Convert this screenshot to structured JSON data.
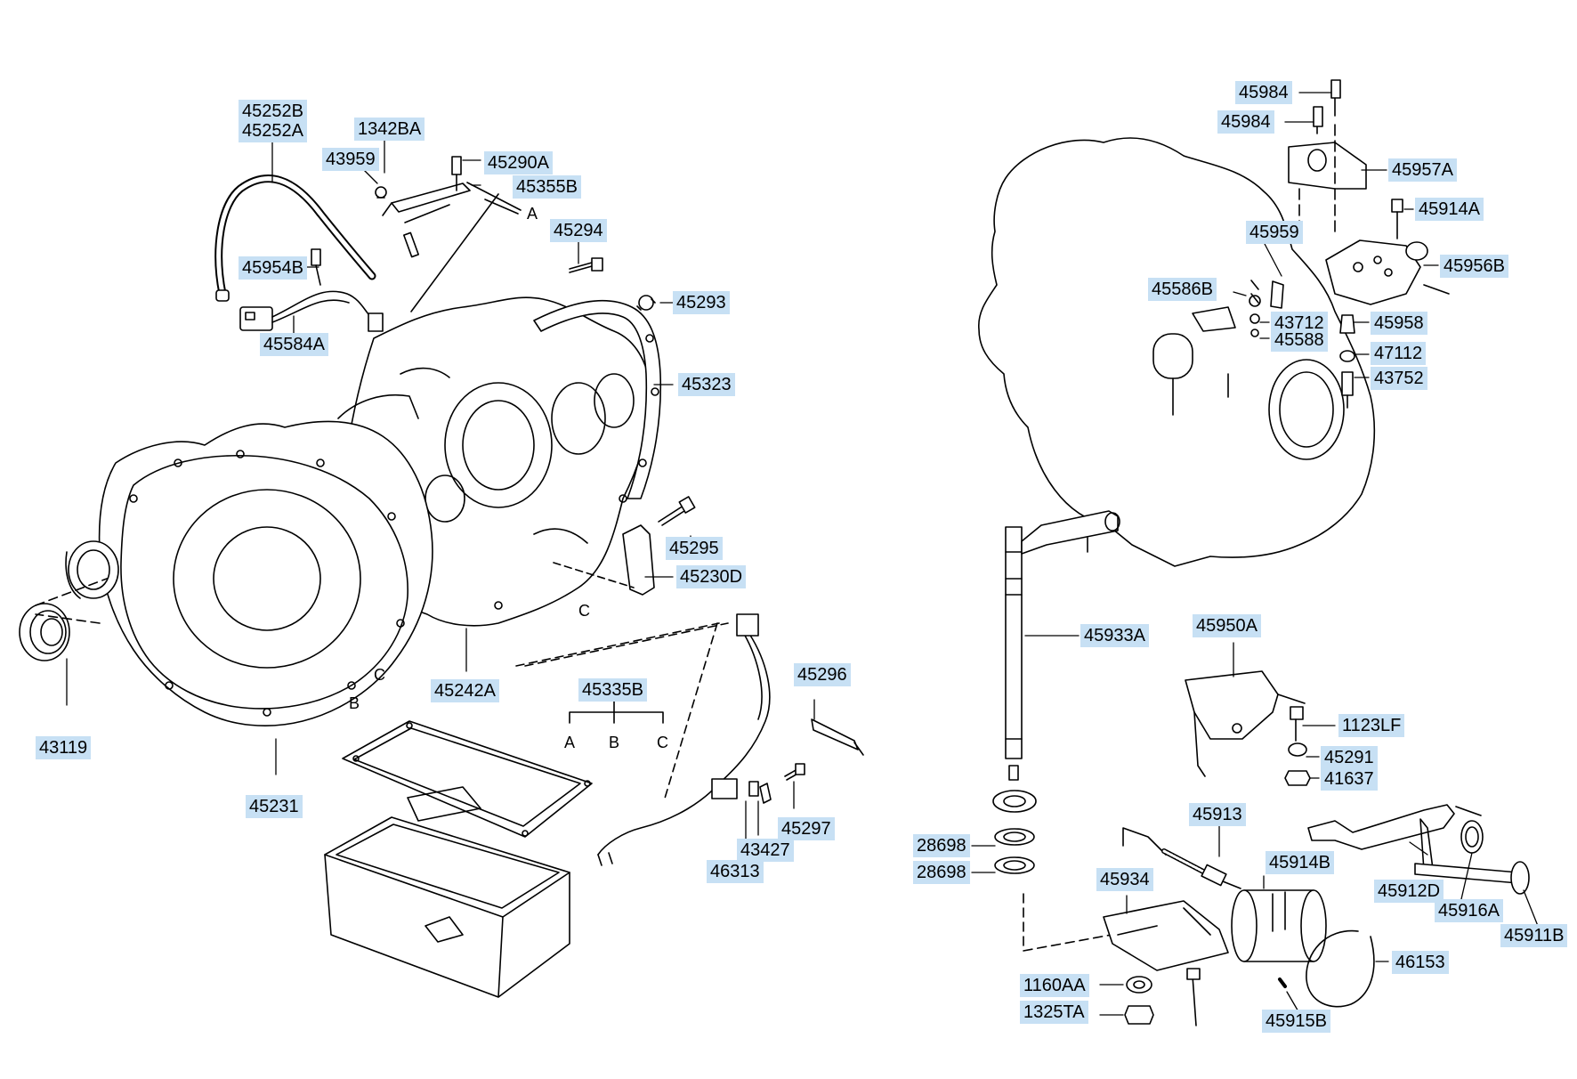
{
  "diagram": {
    "accent_label_bg": "#c7e0f4",
    "line_color": "#000000",
    "labels": {
      "l45252": [
        "45252B",
        "45252A"
      ],
      "l1342BA": "1342BA",
      "l43959": "43959",
      "l45290A": "45290A",
      "l45355B": "45355B",
      "l45294": "45294",
      "l45954B": "45954B",
      "l45293": "45293",
      "l45584A": "45584A",
      "l45323": "45323",
      "l45295": "45295",
      "l45230D": "45230D",
      "l45242A": "45242A",
      "l45335B": "45335B",
      "l45296": "45296",
      "l43119": "43119",
      "l45231": "45231",
      "l45297": "45297",
      "l43427": "43427",
      "l46313": "46313",
      "l45984a": "45984",
      "l45984b": "45984",
      "l45957A": "45957A",
      "l45914A": "45914A",
      "l45959": "45959",
      "l45956B": "45956B",
      "l45586B": "45586B",
      "l43712": "43712",
      "l45958": "45958",
      "l45588": "45588",
      "l47112": "47112",
      "l43752": "43752",
      "l45933A": "45933A",
      "l45950A": "45950A",
      "l1123LF": "1123LF",
      "l45291": "45291",
      "l41637": "41637",
      "l28698a": "28698",
      "l28698b": "28698",
      "l45913": "45913",
      "l45934": "45934",
      "l45914B": "45914B",
      "l45912D": "45912D",
      "l45916A": "45916A",
      "l45911B": "45911B",
      "l46153": "46153",
      "l1160AA": "1160AA",
      "l1325TA": "1325TA",
      "l45915B": "45915B"
    },
    "ref_letters": {
      "a1": "A",
      "c1": "C",
      "c2": "C",
      "b1": "B",
      "bracketA": "A",
      "bracketB": "B",
      "bracketC": "C"
    }
  }
}
